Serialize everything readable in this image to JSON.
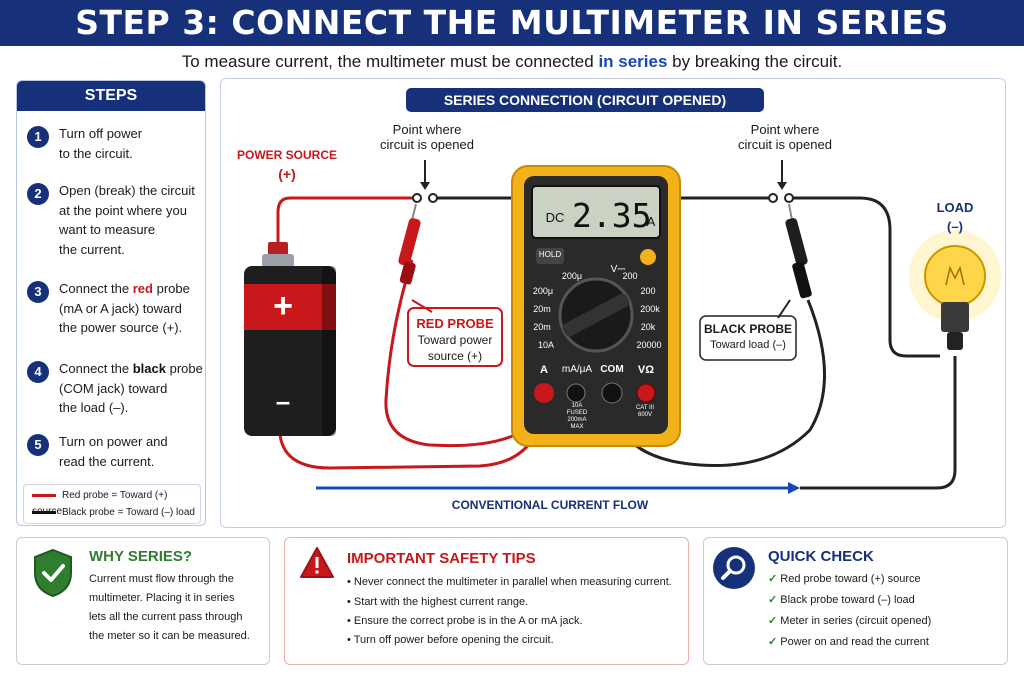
{
  "title": "STEP 3: CONNECT THE MULTIMETER IN SERIES",
  "subtitle": {
    "before": "To measure current, the multimeter must be connected",
    "highlight": "in series",
    "after": "by breaking the circuit."
  },
  "steps_panel": {
    "heading": "STEPS",
    "steps": [
      {
        "num": "1",
        "lines": [
          "Turn off power",
          "to the circuit."
        ]
      },
      {
        "num": "2",
        "lines": [
          "Open (break) the circuit",
          "at the point where you",
          "want to measure",
          "the current."
        ]
      },
      {
        "num": "3",
        "pre": "Connect the",
        "emph": "red",
        "post": "probe",
        "lines": [
          "(mA or A jack) toward",
          "the power source (+)."
        ]
      },
      {
        "num": "4",
        "pre": "Connect the",
        "emph": "black",
        "post": "probe",
        "lines": [
          "(COM jack) toward",
          "the load (–)."
        ]
      },
      {
        "num": "5",
        "lines": [
          "Turn on power and",
          "read the current."
        ]
      }
    ],
    "legend": {
      "red": "Red probe = Toward (+) source",
      "black": "Black probe = Toward (–) load"
    }
  },
  "diagram": {
    "heading": "SERIES CONNECTION (CIRCUIT OPENED)",
    "power_source": {
      "label": "POWER SOURCE",
      "sign": "(+)"
    },
    "open_point_left": [
      "Point where",
      "circuit is opened"
    ],
    "open_point_right": [
      "Point where",
      "circuit is opened"
    ],
    "load": {
      "label": "LOAD",
      "sign": "(–)"
    },
    "red_probe": {
      "title": "RED PROBE",
      "lines": [
        "Toward power",
        "source (+)"
      ]
    },
    "black_probe": {
      "title": "BLACK PROBE",
      "lines": [
        "Toward load (–)"
      ]
    },
    "battery": {
      "plus": "+",
      "minus": "–"
    },
    "meter": {
      "display_mode": "DC",
      "reading": "2.35",
      "unit": "A",
      "hold": "HOLD",
      "dial": {
        "v_dc": "V⎓",
        "top_left": "200μ",
        "top_right": "200",
        "left": [
          "200μ",
          "20m",
          "20m",
          "10A"
        ],
        "right": [
          "200",
          "200k",
          "20k",
          "20000"
        ]
      },
      "jacks": {
        "a": "A",
        "ma": "mA/μA",
        "com": "COM",
        "v": "VΩ"
      },
      "jack_notes": {
        "a": [
          "10A",
          "FUSED",
          "200mA",
          "MAX"
        ],
        "v": [
          "CAT III",
          "600V"
        ]
      }
    },
    "flow_label": "CONVENTIONAL CURRENT FLOW"
  },
  "why_series": {
    "title": "WHY SERIES?",
    "lines": [
      "Current must flow through the",
      "multimeter. Placing it in series",
      "lets all the current pass through",
      "the meter so it can be measured."
    ]
  },
  "safety": {
    "title": "IMPORTANT SAFETY TIPS",
    "tips": [
      "Never connect the multimeter in parallel when measuring current.",
      "Start with the highest current range.",
      "Ensure the correct probe is in the A or mA jack.",
      "Turn off power before opening the circuit."
    ]
  },
  "quick_check": {
    "title": "QUICK CHECK",
    "items": [
      "Red probe toward (+) source",
      "Black probe toward (–) load",
      "Meter in series (circuit opened)",
      "Power on and read the current"
    ]
  },
  "colors": {
    "navy": "#16307a",
    "red": "#c8181b",
    "yellow": "#f3b21a",
    "green": "#2f7d2f"
  }
}
